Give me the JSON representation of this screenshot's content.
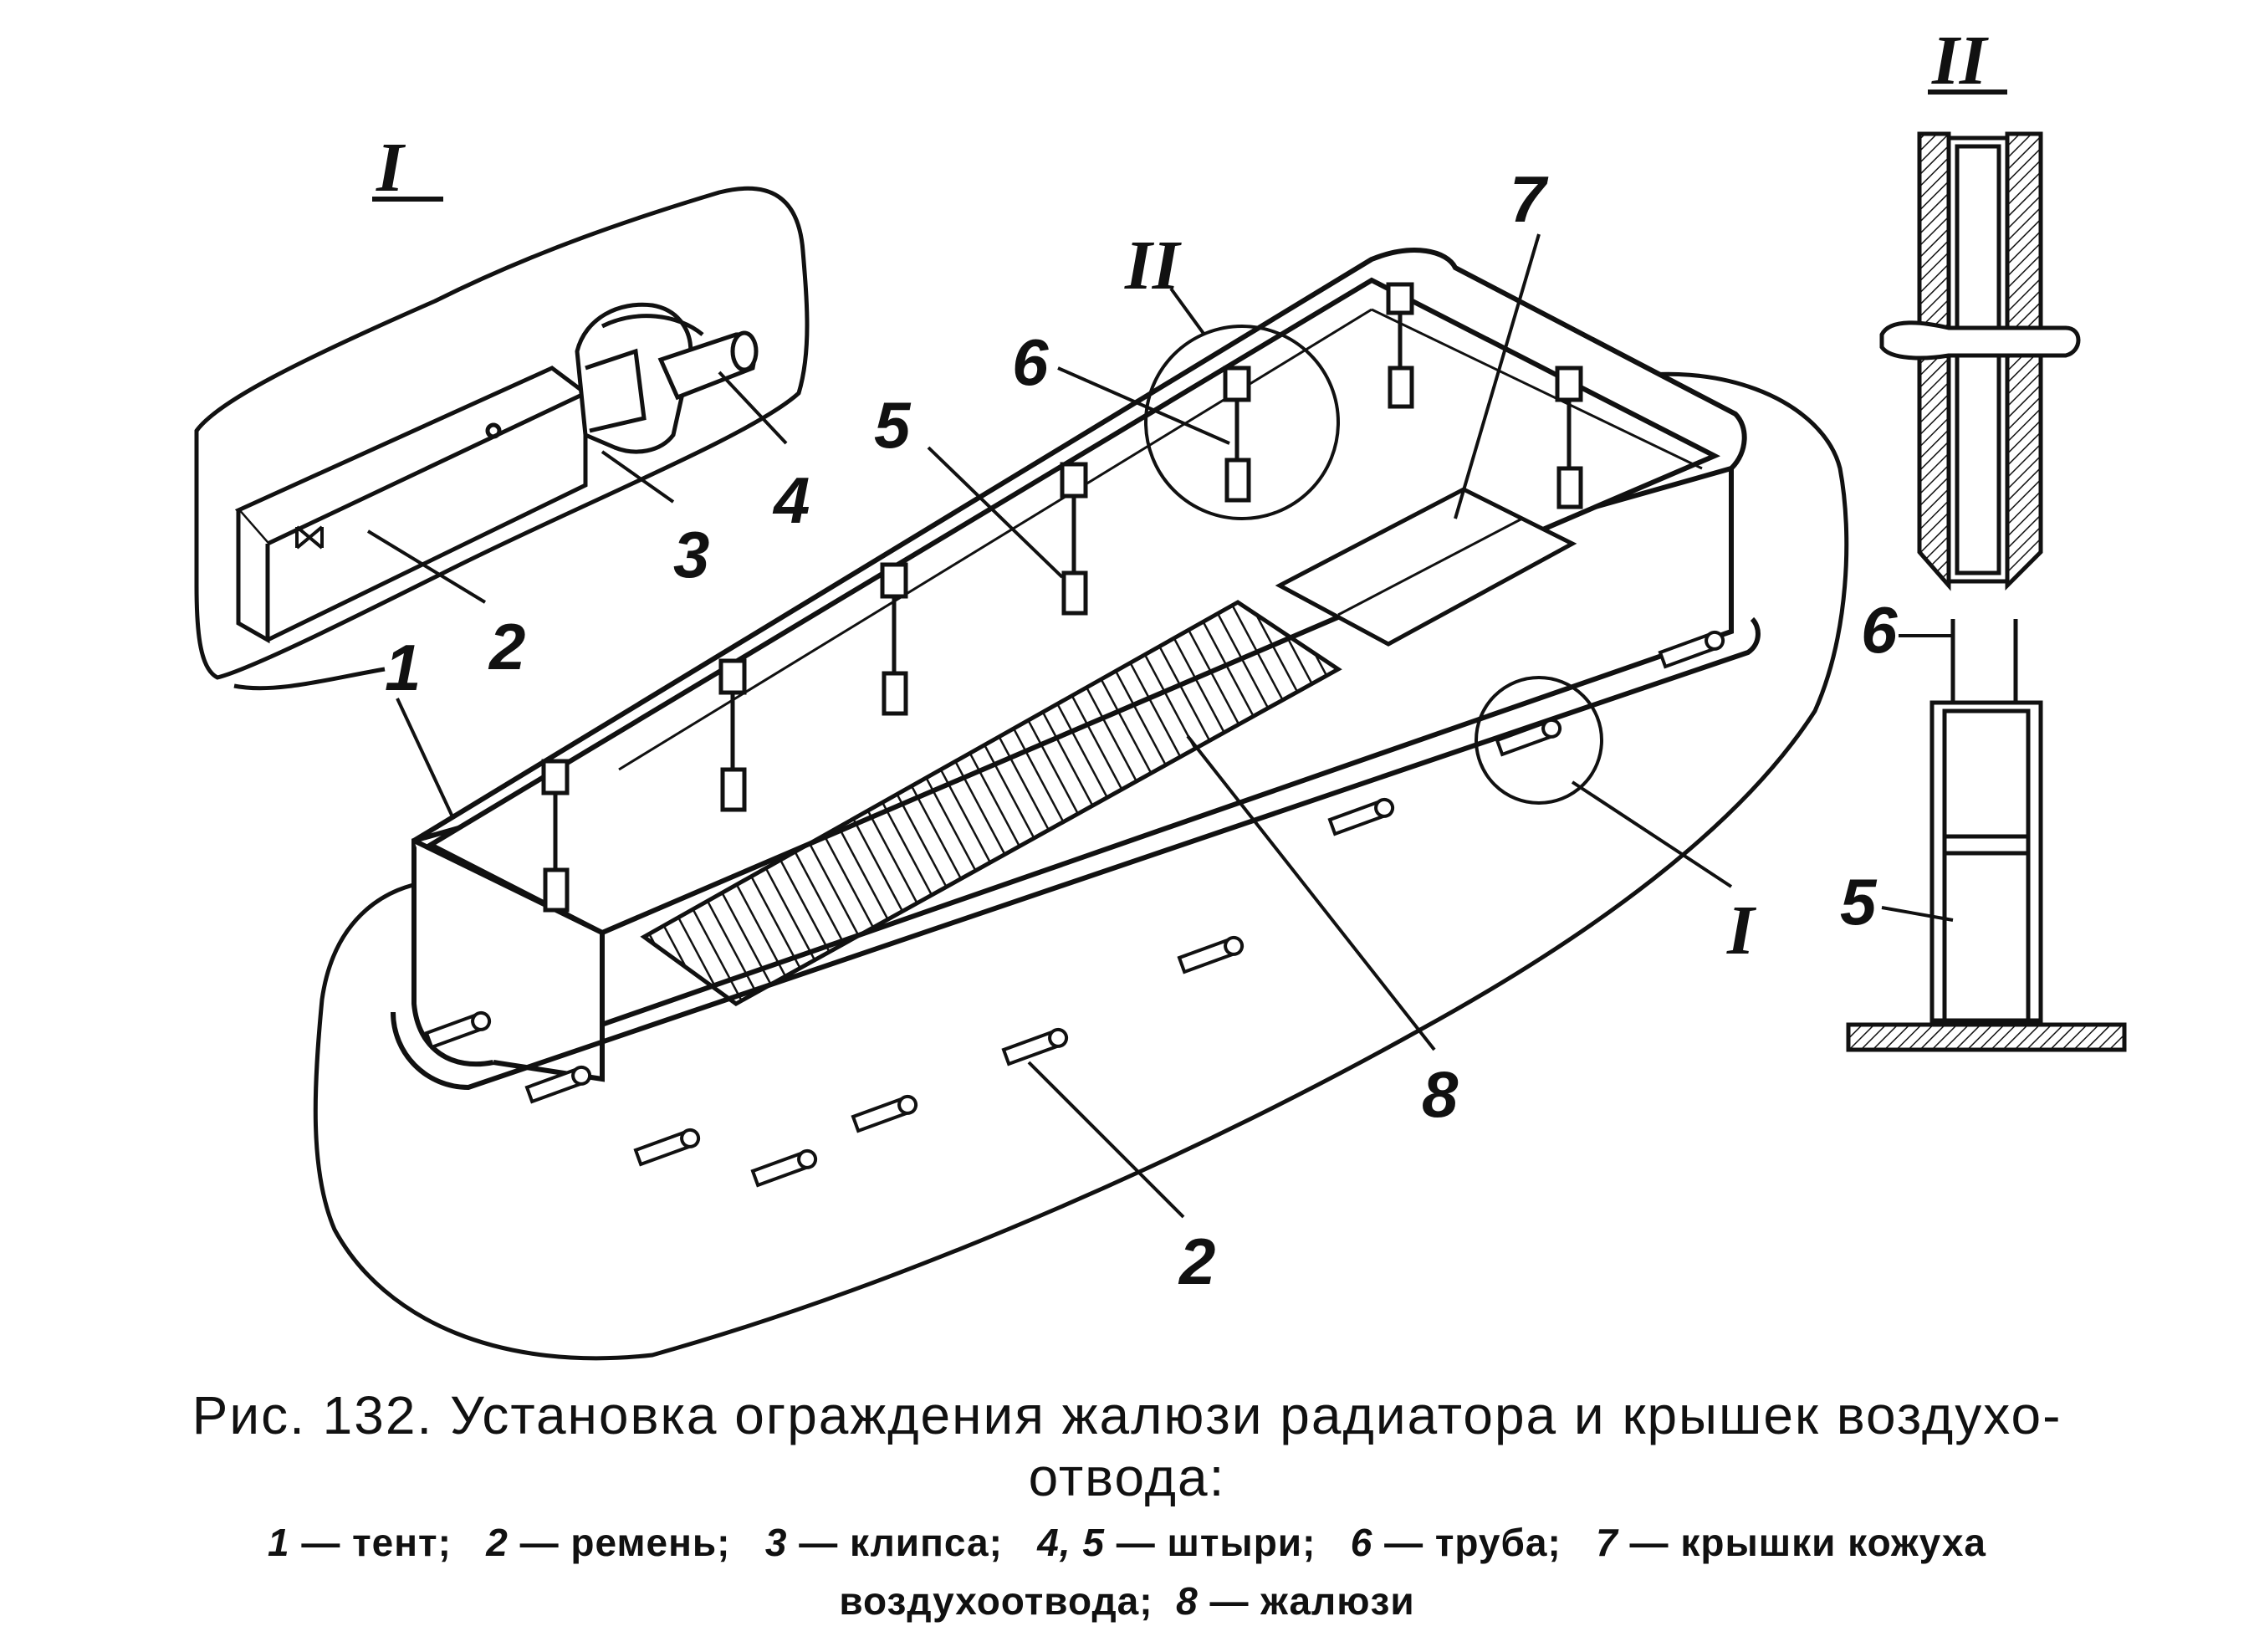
{
  "figure": {
    "detail_I_label": "I",
    "detail_II_label": "II",
    "callouts": {
      "c1_lid": "1",
      "c2_lid": "2",
      "c3": "3",
      "c4": "4",
      "c5": "5",
      "c6": "6",
      "c7": "7",
      "c8": "8",
      "c2_bottom": "2",
      "c1_detail_ref": "I",
      "c2_detail_ref": "II",
      "section_6": "6",
      "section_5": "5"
    }
  },
  "caption": {
    "title_line1": "Рис. 132. Установка ограждения жалюзи радиатора и крышек воздухо-",
    "title_line2": "отвода:",
    "legend_line1": [
      {
        "num": "1",
        "text": " — тент;"
      },
      {
        "num": "2",
        "text": " — ремень;"
      },
      {
        "num": "3",
        "text": " — клипса;"
      },
      {
        "num": "4, 5",
        "text": " — штыри;"
      },
      {
        "num": "6",
        "text": " — труба;"
      },
      {
        "num": "7",
        "text": " — крышки кожуха"
      }
    ],
    "legend_line2": [
      {
        "num": "",
        "text": "воздухоотвода;"
      },
      {
        "num": "8",
        "text": " — жалюзи"
      }
    ]
  }
}
